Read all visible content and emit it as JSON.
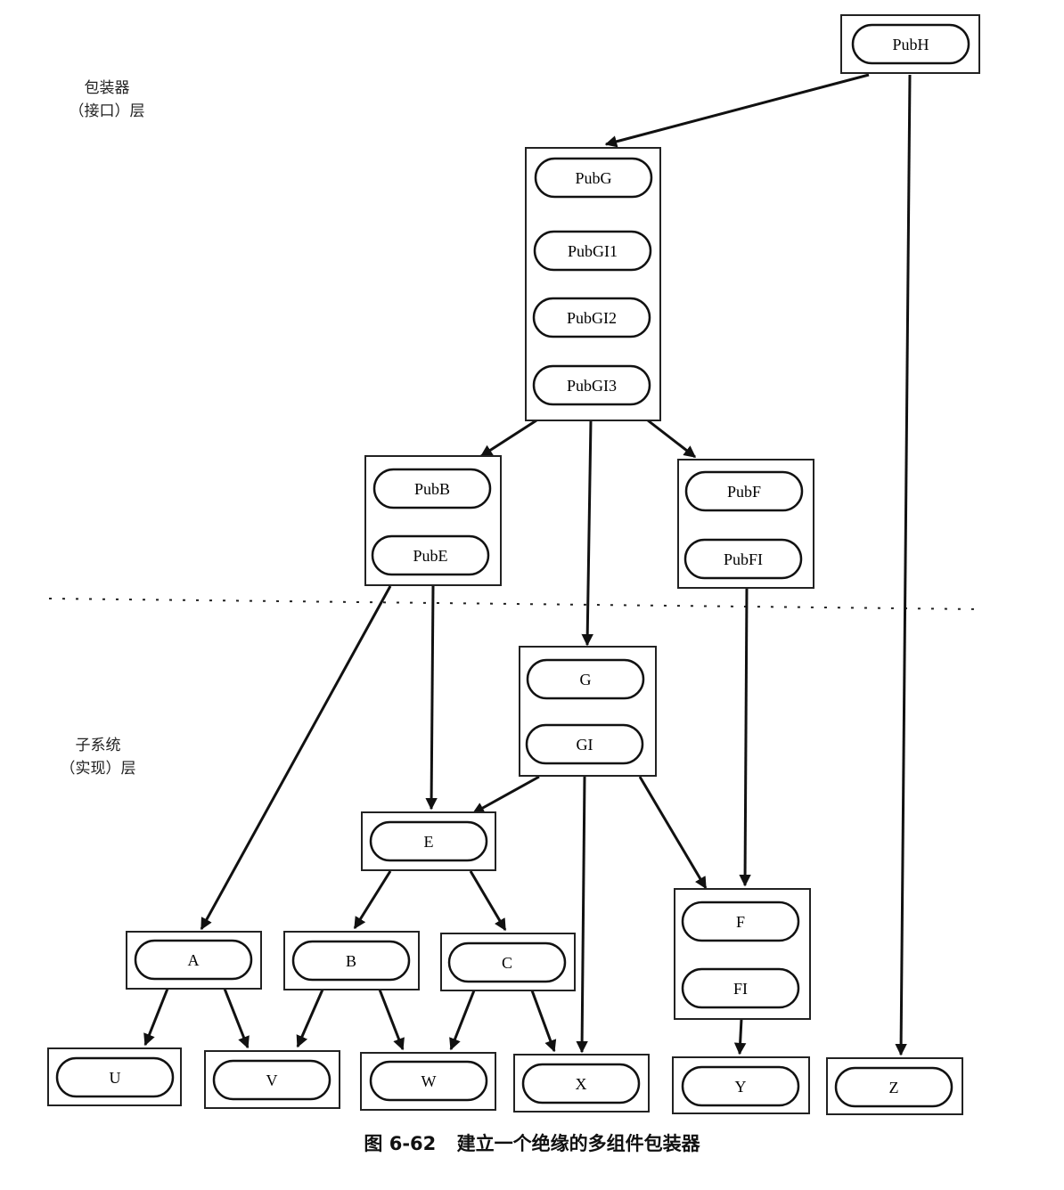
{
  "layer_labels": {
    "wrapper_line1": "包装器",
    "wrapper_line2": "（接口）层",
    "subsystem_line1": "子系统",
    "subsystem_line2": "（实现）层"
  },
  "caption": {
    "figure_number": "图 6-62",
    "title": "建立一个绝缘的多组件包装器"
  },
  "nodes": {
    "PubH": "PubH",
    "PubG": "PubG",
    "PubGI1": "PubGI1",
    "PubGI2": "PubGI2",
    "PubGI3": "PubGI3",
    "PubB": "PubB",
    "PubE": "PubE",
    "PubF": "PubF",
    "PubFI": "PubFI",
    "G": "G",
    "GI": "GI",
    "E": "E",
    "A": "A",
    "B": "B",
    "C": "C",
    "F": "F",
    "FI": "FI",
    "U": "U",
    "V": "V",
    "W": "W",
    "X": "X",
    "Y": "Y",
    "Z": "Z"
  },
  "edges": [
    [
      "PubH",
      "PubG"
    ],
    [
      "PubH",
      "Z"
    ],
    [
      "PubG",
      "PubB"
    ],
    [
      "PubG",
      "G"
    ],
    [
      "PubG",
      "PubF"
    ],
    [
      "PubB",
      "A"
    ],
    [
      "PubB",
      "E"
    ],
    [
      "PubF",
      "F"
    ],
    [
      "G",
      "E"
    ],
    [
      "G",
      "X"
    ],
    [
      "G",
      "F"
    ],
    [
      "E",
      "B"
    ],
    [
      "E",
      "C"
    ],
    [
      "A",
      "U"
    ],
    [
      "A",
      "V"
    ],
    [
      "B",
      "V"
    ],
    [
      "B",
      "W"
    ],
    [
      "C",
      "W"
    ],
    [
      "C",
      "X"
    ],
    [
      "F",
      "Y"
    ]
  ]
}
